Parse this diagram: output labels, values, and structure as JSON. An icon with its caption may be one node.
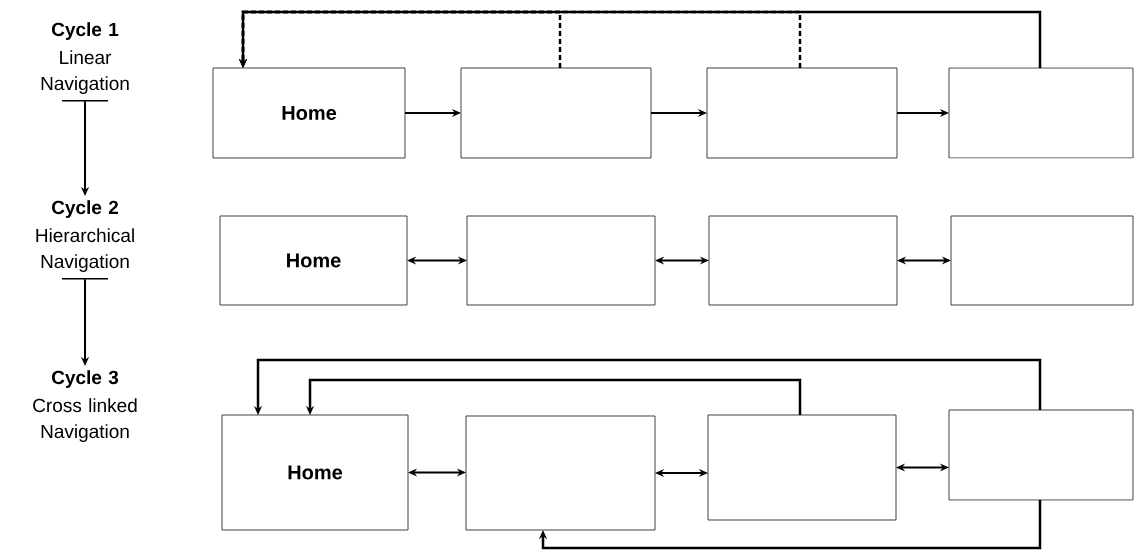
{
  "diagram": {
    "nodes": [
      {
        "text": [
          "Cycle 1",
          "Linear Navigation"
        ]
      },
      {
        "text": [
          "Home"
        ]
      },
      {
        "text": [],
        "shape": "box"
      },
      {
        "text": [],
        "shape": "box"
      },
      {
        "text": [],
        "shape": "box"
      },
      {
        "text": [
          "Cycle 2",
          "Hierarchical Navigation"
        ]
      },
      {
        "text": [
          "Home"
        ]
      },
      {
        "text": [],
        "shape": "box"
      },
      {
        "text": [],
        "shape": "box"
      },
      {
        "text": [],
        "shape": "box"
      },
      {
        "text": [
          "Cycle 3",
          "Cross linked Navigation"
        ]
      },
      {
        "text": [
          "Home"
        ]
      },
      {
        "text": [],
        "shape": "box"
      },
      {
        "text": [],
        "shape": "box"
      },
      {
        "text": [],
        "shape": "box"
      }
    ],
    "edges": [
      {
        "from": 0,
        "to": 5,
        "arrow": "to"
      },
      {
        "from": 5,
        "to": 10,
        "arrow": "to"
      },
      {
        "from": 1,
        "to": 2,
        "arrow": "to"
      },
      {
        "from": 2,
        "to": 3,
        "arrow": "to"
      },
      {
        "from": 3,
        "to": 4,
        "arrow": "to"
      },
      {
        "from": 4,
        "to": 1,
        "arrow": "to"
      },
      {
        "from": 2,
        "to": 1,
        "arrow": "to",
        "style": "dashed"
      },
      {
        "from": 3,
        "to": 1,
        "arrow": "to",
        "style": "dashed"
      },
      {
        "from": 6,
        "to": 7,
        "arrow": "both"
      },
      {
        "from": 7,
        "to": 8,
        "arrow": "both"
      },
      {
        "from": 8,
        "to": 9,
        "arrow": "both"
      },
      {
        "from": 11,
        "to": 12,
        "arrow": "both"
      },
      {
        "from": 12,
        "to": 13,
        "arrow": "both"
      },
      {
        "from": 13,
        "to": 14,
        "arrow": "both"
      },
      {
        "from": 14,
        "to": 11,
        "arrow": "to"
      },
      {
        "from": 13,
        "to": 11,
        "arrow": "to"
      },
      {
        "from": 14,
        "to": 12,
        "arrow": "to"
      }
    ]
  }
}
